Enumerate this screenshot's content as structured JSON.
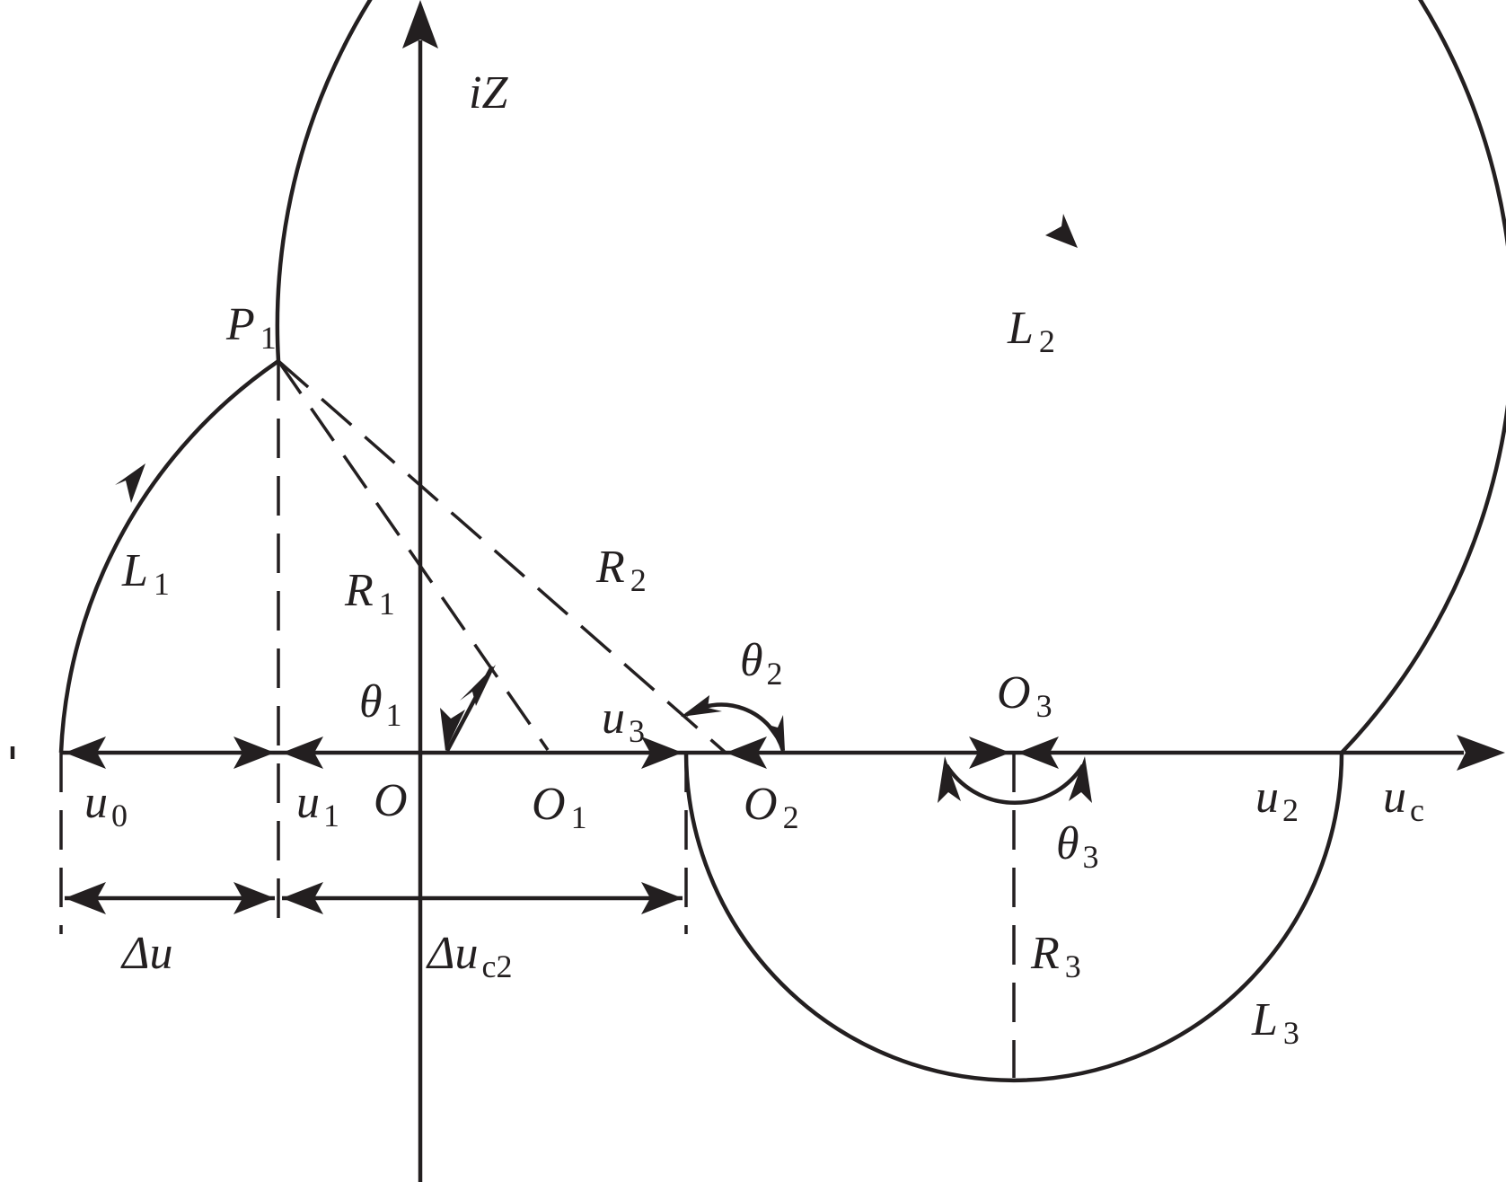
{
  "labels": {
    "iZ": {
      "main": "iZ",
      "sub": ""
    },
    "P1": {
      "main": "P",
      "sub": "1"
    },
    "L1": {
      "main": "L",
      "sub": "1"
    },
    "L2": {
      "main": "L",
      "sub": "2"
    },
    "L3": {
      "main": "L",
      "sub": "3"
    },
    "R1": {
      "main": "R",
      "sub": "1"
    },
    "R2": {
      "main": "R",
      "sub": "2"
    },
    "R3": {
      "main": "R",
      "sub": "3"
    },
    "theta1": {
      "main": "θ",
      "sub": "1"
    },
    "theta2": {
      "main": "θ",
      "sub": "2"
    },
    "theta3": {
      "main": "θ",
      "sub": "3"
    },
    "O": {
      "main": "O",
      "sub": ""
    },
    "O1": {
      "main": "O",
      "sub": "1"
    },
    "O2": {
      "main": "O",
      "sub": "2"
    },
    "O3": {
      "main": "O",
      "sub": "3"
    },
    "u0": {
      "main": "u",
      "sub": "0"
    },
    "u1": {
      "main": "u",
      "sub": "1"
    },
    "u2": {
      "main": "u",
      "sub": "2"
    },
    "u3": {
      "main": "u",
      "sub": "3"
    },
    "uc": {
      "main": "u",
      "sub": "c"
    },
    "du": {
      "main": "Δu",
      "sub": ""
    },
    "duc2": {
      "main": "Δu",
      "sub": "c2"
    }
  },
  "colors": {
    "ink": "#231f20",
    "background": "#ffffff"
  }
}
